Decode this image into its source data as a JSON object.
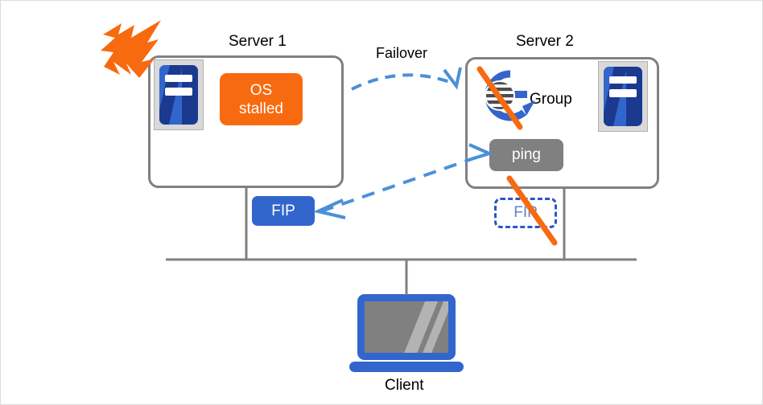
{
  "diagram": {
    "title_server1": "Server 1",
    "title_server2": "Server 2",
    "failover_label": "Failover",
    "group_label": "Group",
    "os_stalled_line1": "OS",
    "os_stalled_line2": "stalled",
    "ping_label": "ping",
    "fip_active_label": "FIP",
    "fip_inactive_label": "FIP",
    "client_label": "Client"
  },
  "icons": {
    "burst": "lightning-burst-icon",
    "server_tower": "server-tower-icon",
    "group": "group-resource-icon",
    "client": "client-monitor-icon",
    "slash": "disabled-slash-icon",
    "failover_arrow": "failover-arrow-icon",
    "ping_arrow": "ping-double-arrow-icon"
  },
  "colors": {
    "blue": "#3366cc",
    "blue_dark": "#1b3a8f",
    "blue_dash": "#2b55c8",
    "blue_arrow": "#4a90d9",
    "orange": "#f86a10",
    "gray": "#808080",
    "gray_light": "#d9d9d9",
    "gray_stripe": "#b3b3b3",
    "border": "#808080",
    "text": "#000000",
    "white": "#ffffff"
  }
}
